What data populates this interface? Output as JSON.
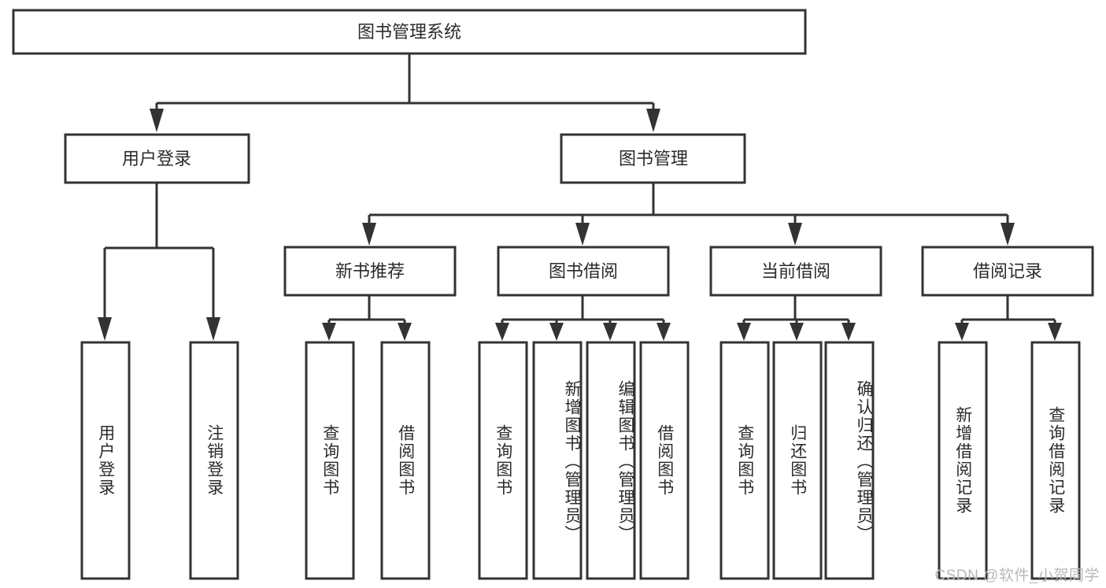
{
  "diagram": {
    "type": "tree-hierarchy",
    "title": "图书管理系统",
    "watermark": "CSDN @软件_小贺同学",
    "colors": {
      "stroke": "#333333",
      "fill": "#ffffff",
      "text": "#2b2b2b",
      "watermark": "#b9b9b9",
      "background": "#ffffff"
    },
    "root": {
      "label": "图书管理系统"
    },
    "level2": [
      {
        "label": "用户登录"
      },
      {
        "label": "图书管理"
      }
    ],
    "level3": [
      {
        "label": "新书推荐"
      },
      {
        "label": "图书借阅"
      },
      {
        "label": "当前借阅"
      },
      {
        "label": "借阅记录"
      }
    ],
    "leaves": {
      "user_login": [
        {
          "label": "用户登录"
        },
        {
          "label": "注销登录"
        }
      ],
      "new_book_recommend": [
        {
          "label": "查询图书"
        },
        {
          "label": "借阅图书"
        }
      ],
      "book_borrow": [
        {
          "label": "查询图书"
        },
        {
          "label": "新增图书（管理员）"
        },
        {
          "label": "编辑图书（管理员）"
        },
        {
          "label": "借阅图书"
        }
      ],
      "current_borrow": [
        {
          "label": "查询图书"
        },
        {
          "label": "归还图书"
        },
        {
          "label": "确认归还（管理员）"
        }
      ],
      "borrow_record": [
        {
          "label": "新增借阅记录"
        },
        {
          "label": "查询借阅记录"
        }
      ]
    }
  }
}
